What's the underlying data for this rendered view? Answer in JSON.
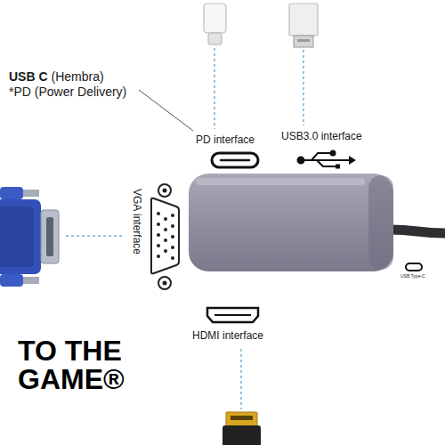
{
  "diagram": {
    "labels": [
      "USB C",
      "(Hembra)",
      "*PD (Power Delivery)",
      "PD interface",
      "USB3.0 interface",
      "VGA interface",
      "HDMI interface",
      "TO THE GAME®",
      "USB Type-C"
    ]
  }
}
